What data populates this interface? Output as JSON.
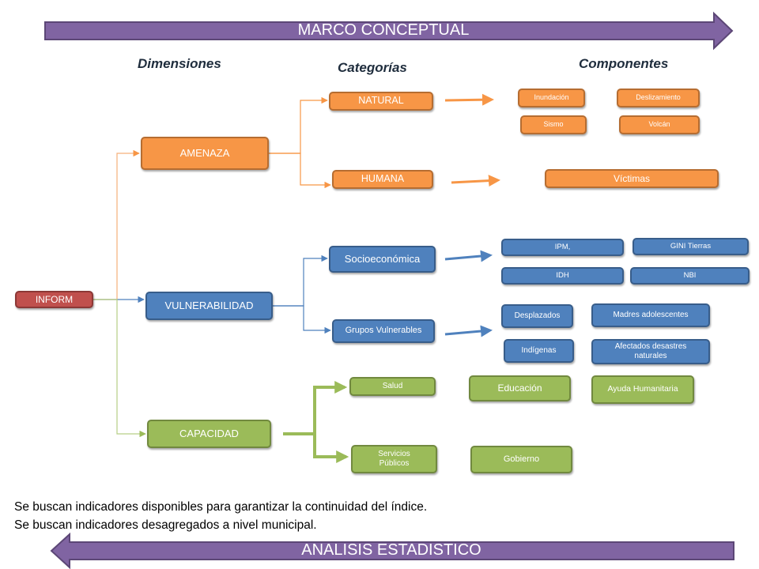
{
  "banners": {
    "top": "MARCO CONCEPTUAL",
    "bottom": "ANALISIS ESTADISTICO"
  },
  "headers": {
    "dimensiones": "Dimensiones",
    "categorias": "Categorías",
    "componentes": "Componentes"
  },
  "root": "INFORM",
  "dimensions": {
    "amenaza": "AMENAZA",
    "vulnerabilidad": "VULNERABILIDAD",
    "capacidad": "CAPACIDAD"
  },
  "categories": {
    "natural": "NATURAL",
    "humana": "HUMANA",
    "socioeconomica": "Socioeconómica",
    "grupos": "Grupos Vulnerables",
    "salud": "Salud",
    "servicios": "Servicios Públicos"
  },
  "components": {
    "inundacion": "Inundación",
    "deslizamiento": "Deslizamiento",
    "sismo": "Sismo",
    "volcan": "Volcán",
    "victimas": "Víctimas",
    "ipm": "IPM,",
    "gini": "GINI Tierras",
    "idh": "IDH",
    "nbi": "NBI",
    "desplazados": "Desplazados",
    "madres": "Madres adolescentes",
    "indigenas": "Indígenas",
    "afectados": "Afectados desastres naturales",
    "educacion": "Educación",
    "ayuda": "Ayuda Humanitaria",
    "gobierno": "Gobierno"
  },
  "notes": [
    "Se buscan indicadores disponibles para garantizar la continuidad del índice.",
    "Se buscan indicadores desagregados a nivel municipal."
  ],
  "colors": {
    "banner": "#8064a2",
    "amenaza": "#f79646",
    "vulnerabilidad": "#4f81bd",
    "capacidad": "#9bbb59",
    "inform": "#c0504d"
  }
}
